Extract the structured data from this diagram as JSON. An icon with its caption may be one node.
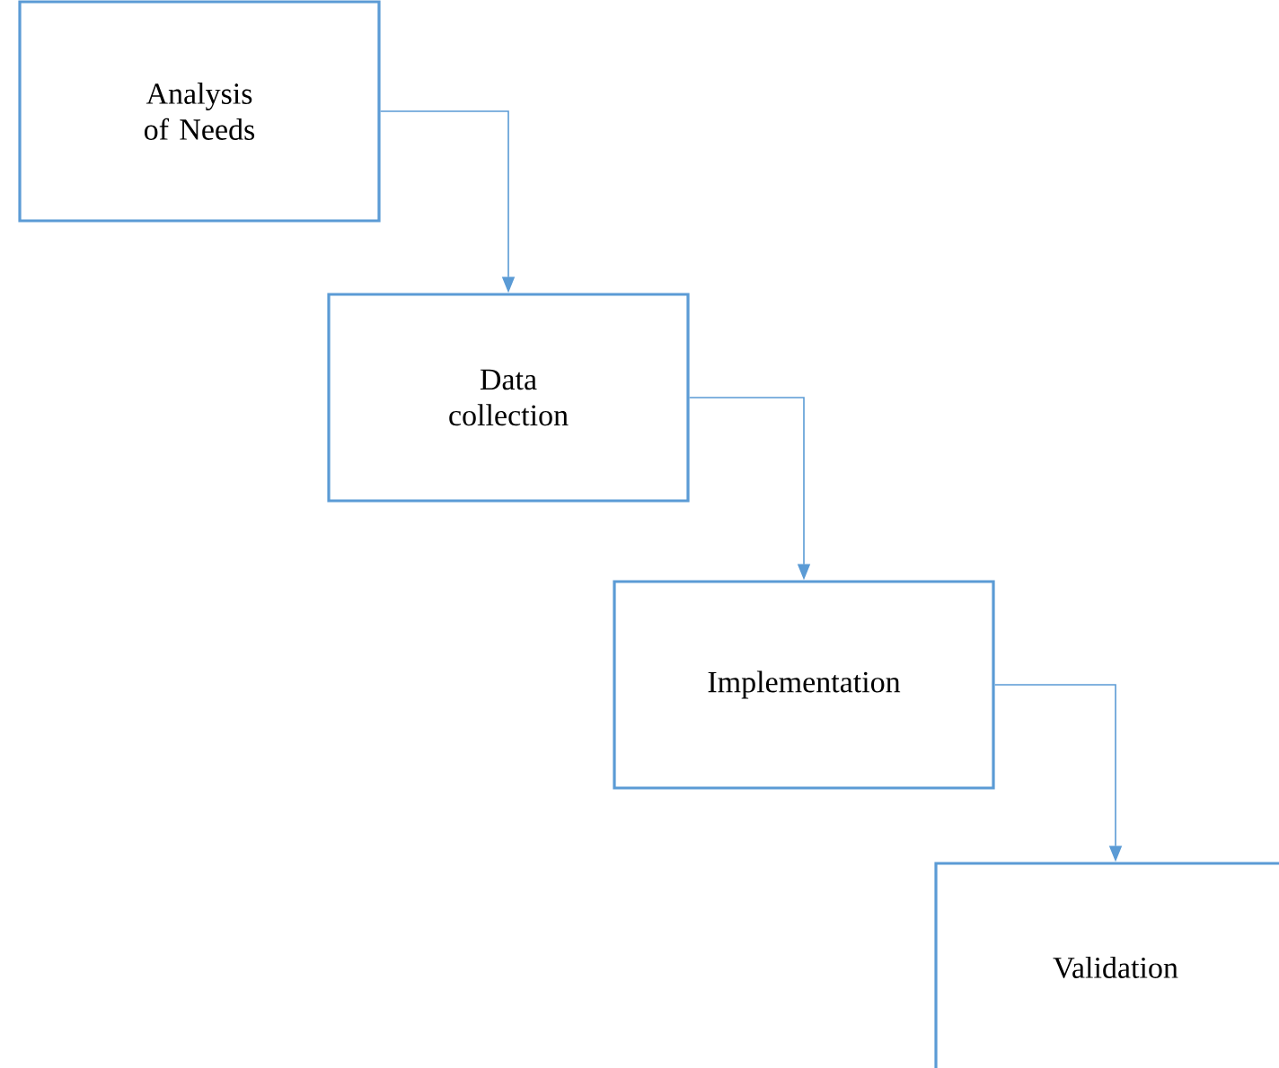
{
  "diagram": {
    "nodes": [
      {
        "text": [
          "Analysis of Needs"
        ]
      },
      {
        "text": [
          "Data collection"
        ]
      },
      {
        "text": [
          "Implementation"
        ]
      },
      {
        "text": [
          "Validation"
        ]
      }
    ],
    "edges": [
      {
        "from": 0,
        "to": 1,
        "arrow": "to"
      },
      {
        "from": 1,
        "to": 2,
        "arrow": "to"
      },
      {
        "from": 2,
        "to": 3,
        "arrow": "to"
      }
    ]
  }
}
